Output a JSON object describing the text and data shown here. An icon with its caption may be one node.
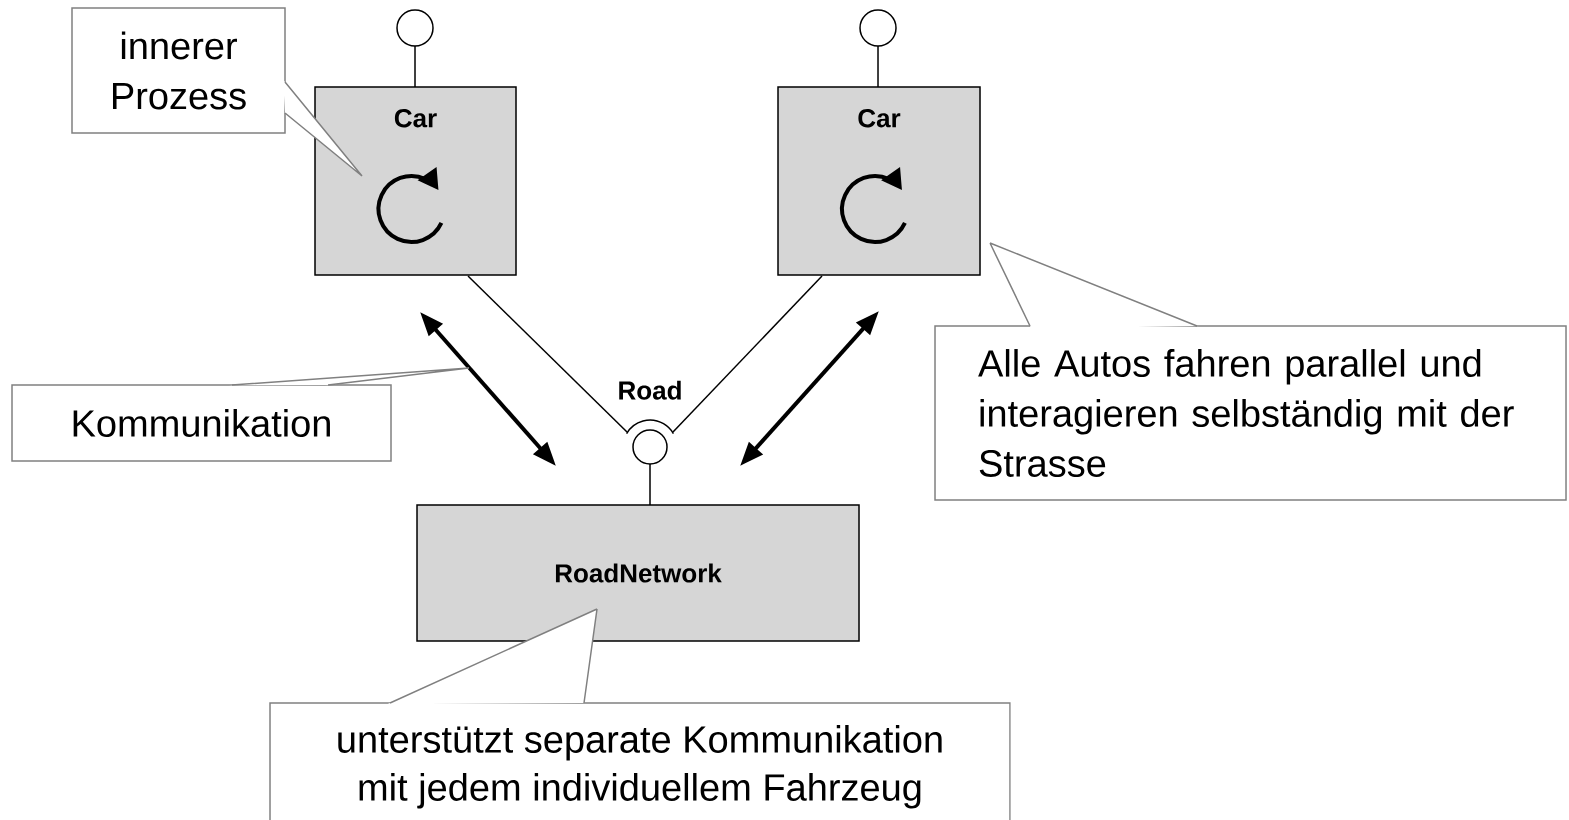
{
  "diagram": {
    "nodes": [
      {
        "text": [
          "Car"
        ]
      },
      {
        "text": [
          "Car"
        ]
      },
      {
        "text": [
          "RoadNetwork"
        ]
      },
      {
        "text": [],
        "shape": "circle"
      },
      {
        "text": [],
        "shape": "circle"
      },
      {
        "text": [
          "Road"
        ]
      },
      {
        "text": [
          "innerer Prozess"
        ]
      },
      {
        "text": [
          "Kommunikation"
        ]
      },
      {
        "text": [
          "Alle Autos fahren parallel und interagieren selbständig mit der Strasse"
        ]
      },
      {
        "text": [
          "unterstützt separate Kommunikation mit jedem individuellem Fahrzeug"
        ]
      }
    ],
    "edges": [
      {
        "from": 3,
        "to": 0,
        "arrow": "none"
      },
      {
        "from": 4,
        "to": 1,
        "arrow": "none"
      },
      {
        "from": 0,
        "to": 5,
        "arrow": "none"
      },
      {
        "from": 1,
        "to": 5,
        "arrow": "none"
      },
      {
        "from": 5,
        "to": 2,
        "arrow": "none"
      },
      {
        "from": 0,
        "to": 2,
        "arrow": "both",
        "style": "thick"
      },
      {
        "from": 1,
        "to": 2,
        "arrow": "both",
        "style": "thick"
      },
      {
        "from": 6,
        "to": 0,
        "arrow": "none",
        "color": "#808080"
      },
      {
        "from": 7,
        "to": null,
        "arrow": "none",
        "color": "#808080"
      },
      {
        "from": 8,
        "to": 1,
        "arrow": "none",
        "color": "#808080"
      },
      {
        "from": 9,
        "to": 2,
        "arrow": "none",
        "color": "#808080"
      }
    ]
  }
}
